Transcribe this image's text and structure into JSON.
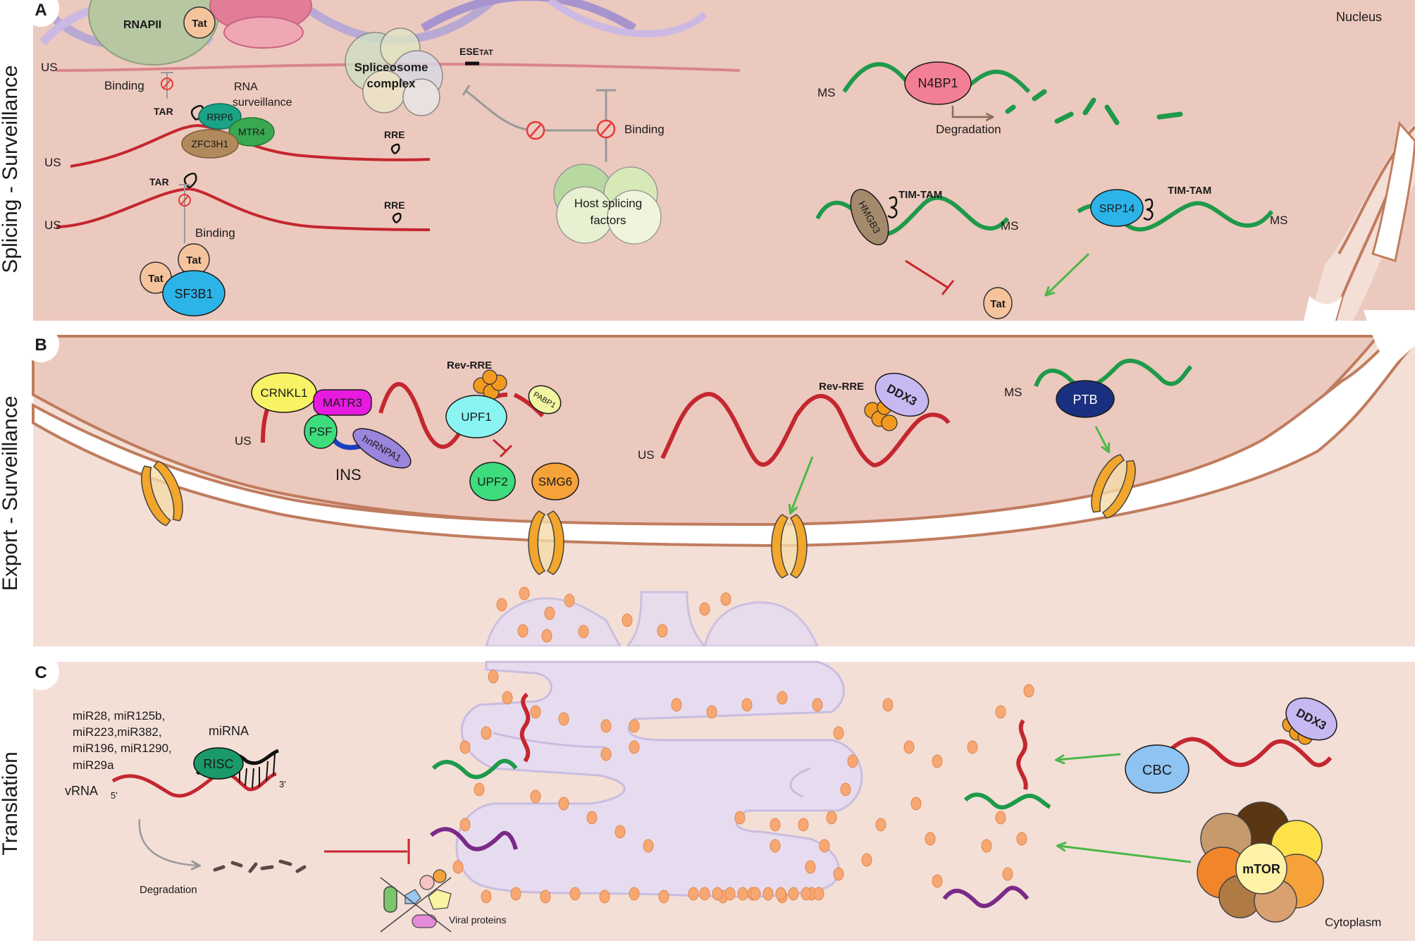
{
  "panels": {
    "a": {
      "letter": "A",
      "side": "Splicing - Surveillance",
      "compartment": "Nucleus",
      "rnapii": "RNAPII",
      "tat": "Tat",
      "us": "US",
      "ms": "MS",
      "binding": "Binding",
      "rna_surv_1": "RNA",
      "rna_surv_2": "surveillance",
      "tar": "TAR",
      "rre": "RRE",
      "rrp6": "RRP6",
      "mtr4": "MTR4",
      "zfc3h1": "ZFC3H1",
      "spliceosome_1": "Spliceosome",
      "spliceosome_2": "complex",
      "ese": "ESE",
      "ese_sub": "TAT",
      "host_1": "Host splicing",
      "host_2": "factors",
      "sf3b1": "SF3B1",
      "n4bp1": "N4BP1",
      "degradation": "Degradation",
      "timtam": "TIM-TAM",
      "hmgb3": "HMGB3",
      "srp14": "SRP14"
    },
    "b": {
      "letter": "B",
      "side": "Export - Surveillance",
      "crnkl1": "CRNKL1",
      "matr3": "MATR3",
      "psf": "PSF",
      "hnrnpa1": "hnRNPA1",
      "ins": "INS",
      "us": "US",
      "ms": "MS",
      "rev_rre": "Rev-RRE",
      "upf1": "UPF1",
      "pabp1": "PABP1",
      "upf2": "UPF2",
      "smg6": "SMG6",
      "ddx3": "DDX3",
      "ptb": "PTB"
    },
    "c": {
      "letter": "C",
      "side": "Translation",
      "compartment": "Cytoplasm",
      "mirs": [
        "miR28, miR125b,",
        "miR223,miR382,",
        "miR196, miR1290,",
        "miR29a"
      ],
      "mirna": "miRNA",
      "risc": "RISC",
      "vrna": "vRNA",
      "five": "5'",
      "three": "3'",
      "degradation": "Degradation",
      "viral": "Viral proteins",
      "cbc": "CBC",
      "ddx3": "DDX3",
      "mtor": "mTOR"
    }
  }
}
